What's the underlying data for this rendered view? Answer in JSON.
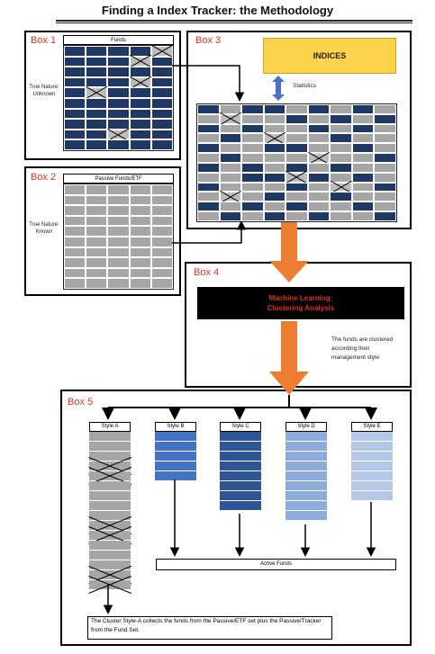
{
  "title": "Finding a Index Tracker: the Methodology",
  "box1": {
    "label": "Box 1",
    "grid_title": "Funds",
    "nature_text": "True Nature: Unknown"
  },
  "box2": {
    "label": "Box 2",
    "grid_title": "Passive Funds/ETF",
    "nature_text": "True Nature: Known"
  },
  "box3": {
    "label": "Box 3",
    "indices_label": "INDICES",
    "statistics_label": "Statistics"
  },
  "box4": {
    "label": "Box 4",
    "ml_title_line1": "Machine Learning:",
    "ml_title_line2": "Clustering Analysis",
    "description": "The funds are clustered according their management style"
  },
  "box5": {
    "label": "Box 5",
    "styles": [
      {
        "name": "Style A",
        "color": "#a6a6a6"
      },
      {
        "name": "Style B",
        "color": "#4472c4"
      },
      {
        "name": "Style C",
        "color": "#2f5597"
      },
      {
        "name": "Style D",
        "color": "#8eaadb"
      },
      {
        "name": "Style E",
        "color": "#b4c7e7"
      }
    ],
    "active_funds_label": "Active Funds",
    "conclusion": "The Cluster Style-A collects the funds from the Passive/ETF set plus the Passive/Tracker from the Fund Set."
  },
  "colors": {
    "dark_blue": "#1f3864",
    "gray": "#a6a6a6",
    "label_red": "#e0301e",
    "indices_yellow": "#fbd24b",
    "arrow_orange": "#ed7d31",
    "arrow_blue": "#4472c4"
  }
}
